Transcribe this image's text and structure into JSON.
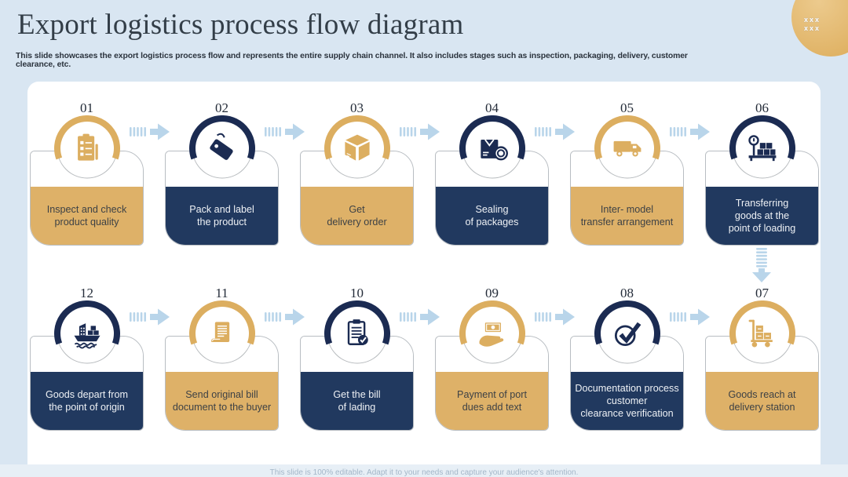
{
  "slide": {
    "title": "Export logistics process flow diagram",
    "subtitle": "This slide showcases the export logistics process flow and represents the entire supply chain channel. It also includes stages such as inspection, packaging, delivery, customer clearance, etc.",
    "watermark": {
      "line1": "xxx",
      "line2": "xxx"
    },
    "footer": "This slide is 100% editable. Adapt it to your needs and capture your audience's attention."
  },
  "colors": {
    "background": "#d9e6f2",
    "panel": "#ffffff",
    "gold": "#dcae60",
    "gold_card": "#deb168",
    "navy": "#1b2b52",
    "navy_card": "#21395f",
    "arrow": "#b9d5ea",
    "title_text": "#333e48",
    "footer_text": "#a3b6c8"
  },
  "steps": [
    {
      "number": "01",
      "row": 1,
      "theme": "gold",
      "icon": "checklist",
      "label": "Inspect and check\nproduct quality"
    },
    {
      "number": "02",
      "row": 1,
      "theme": "navy",
      "icon": "tag",
      "label": "Pack and label\nthe product"
    },
    {
      "number": "03",
      "row": 1,
      "theme": "gold",
      "icon": "box",
      "label": "Get\ndelivery order"
    },
    {
      "number": "04",
      "row": 1,
      "theme": "navy",
      "icon": "sealed",
      "label": "Sealing\nof packages"
    },
    {
      "number": "05",
      "row": 1,
      "theme": "gold",
      "icon": "truck",
      "label": "Inter- model\ntransfer arrangement"
    },
    {
      "number": "06",
      "row": 1,
      "theme": "navy",
      "icon": "scale",
      "label": "Transferring\ngoods at the\npoint of loading"
    },
    {
      "number": "12",
      "row": 2,
      "theme": "navy",
      "icon": "ship",
      "label": "Goods depart from\nthe point of origin"
    },
    {
      "number": "11",
      "row": 2,
      "theme": "gold",
      "icon": "bill",
      "label": "Send original bill\ndocument to the buyer"
    },
    {
      "number": "10",
      "row": 2,
      "theme": "navy",
      "icon": "lading",
      "label": "Get the bill\nof lading"
    },
    {
      "number": "09",
      "row": 2,
      "theme": "gold",
      "icon": "money",
      "label": "Payment of port\ndues add text"
    },
    {
      "number": "08",
      "row": 2,
      "theme": "navy",
      "icon": "check",
      "label": "Documentation process\ncustomer\nclearance verification"
    },
    {
      "number": "07",
      "row": 2,
      "theme": "gold",
      "icon": "trolley",
      "label": "Goods reach at\ndelivery station"
    }
  ]
}
